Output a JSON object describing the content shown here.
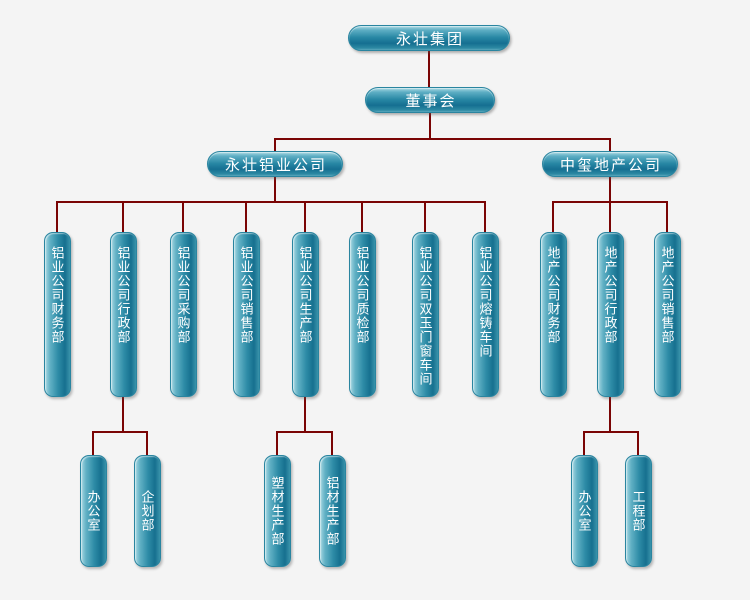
{
  "org": {
    "root": {
      "label": "永壮集团"
    },
    "board": {
      "label": "董事会"
    },
    "companies": [
      {
        "label": "永壮铝业公司",
        "departments": [
          {
            "label": "铝业公司财务部"
          },
          {
            "label": "铝业公司行政部",
            "children": [
              {
                "label": "办公室"
              },
              {
                "label": "企划部"
              }
            ]
          },
          {
            "label": "铝业公司采购部"
          },
          {
            "label": "铝业公司销售部"
          },
          {
            "label": "铝业公司生产部",
            "children": [
              {
                "label": "塑材生产部"
              },
              {
                "label": "铝材生产部"
              }
            ]
          },
          {
            "label": "铝业公司质检部"
          },
          {
            "label": "铝业公司双玉门窗车间"
          },
          {
            "label": "铝业公司熔铸车间"
          }
        ]
      },
      {
        "label": "中玺地产公司",
        "departments": [
          {
            "label": "地产公司财务部"
          },
          {
            "label": "地产公司行政部",
            "children": [
              {
                "label": "办公室"
              },
              {
                "label": "工程部"
              }
            ]
          },
          {
            "label": "地产公司销售部"
          }
        ]
      }
    ]
  },
  "colors": {
    "background": "#f4f4f4",
    "node_teal_dark": "#156f91",
    "node_teal_light": "#a8d8e2",
    "node_border": "#2a85a0",
    "connector_line": "#7a0404",
    "node_text": "#ffffff"
  }
}
